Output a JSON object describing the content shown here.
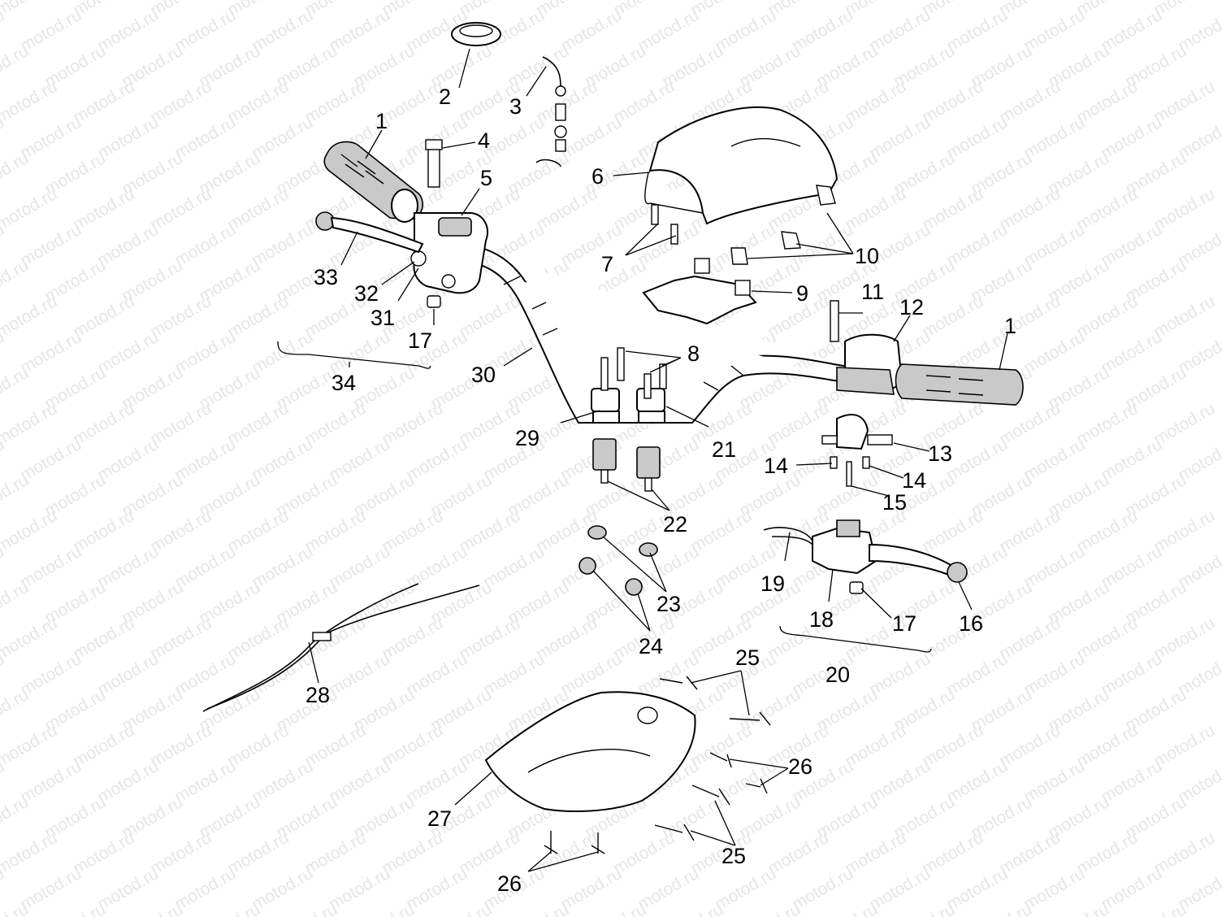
{
  "watermark": "motod.ru",
  "callouts": {
    "c1a": "1",
    "c1b": "1",
    "c2": "2",
    "c3": "3",
    "c4": "4",
    "c5": "5",
    "c6": "6",
    "c7": "7",
    "c8": "8",
    "c9": "9",
    "c10": "10",
    "c11": "11",
    "c12": "12",
    "c13": "13",
    "c14a": "14",
    "c14b": "14",
    "c15": "15",
    "c16": "16",
    "c17a": "17",
    "c17b": "17",
    "c18": "18",
    "c19": "19",
    "c20": "20",
    "c21": "21",
    "c22": "22",
    "c23": "23",
    "c24": "24",
    "c25a": "25",
    "c25b": "25",
    "c26a": "26",
    "c26b": "26",
    "c27": "27",
    "c28": "28",
    "c29": "29",
    "c30": "30",
    "c31": "31",
    "c32": "32",
    "c33": "33",
    "c34": "34"
  }
}
